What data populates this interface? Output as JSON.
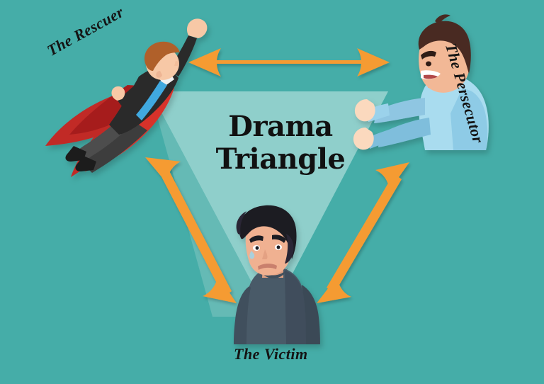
{
  "diagram": {
    "title_line1": "Drama",
    "title_line2": "Triangle",
    "background_color": "#45ADA8",
    "triangle_color": "#8FCFCB",
    "arrow_color": "#F59B30",
    "label_color": "#141414"
  },
  "roles": {
    "rescuer": {
      "label": "The Rescuer",
      "position": "top-left",
      "description": "flying superhero with red cape, black suit, blue tie, brown hair, arm raised",
      "colors": {
        "cape": "#D12F2A",
        "cape_shadow": "#A81F20",
        "suit": "#2A2A2A",
        "pants": "#4A4A4A",
        "hair": "#A85B28",
        "skin": "#F5C1A0",
        "tie": "#3FA9E0"
      }
    },
    "persecutor": {
      "label": "The Persecutor",
      "position": "top-right",
      "description": "angry man shouting with both fists raised, dark brown hair, light blue shirt",
      "colors": {
        "shirt": "#A9DCEF",
        "shirt_shade": "#7FBEDC",
        "hair": "#4A2A22",
        "skin": "#F2B896",
        "fist": "#FBD9BE"
      }
    },
    "victim": {
      "label": "The Victim",
      "position": "bottom-center",
      "description": "sad young man with black hair, dark blue-gray sweater, worried face and tear",
      "colors": {
        "sweater": "#4A5A68",
        "sweater_shade": "#3B4B58",
        "hair": "#1C1A24",
        "skin": "#F0B191",
        "brow": "#1C1A24"
      }
    }
  },
  "arrows": [
    {
      "name": "rescuer-persecutor",
      "type": "double-headed",
      "orientation": "horizontal",
      "from": "The Rescuer",
      "to": "The Persecutor"
    },
    {
      "name": "rescuer-victim",
      "type": "double-headed",
      "orientation": "diagonal",
      "from": "The Rescuer",
      "to": "The Victim"
    },
    {
      "name": "persecutor-victim",
      "type": "double-headed",
      "orientation": "diagonal",
      "from": "The Persecutor",
      "to": "The Victim"
    }
  ]
}
